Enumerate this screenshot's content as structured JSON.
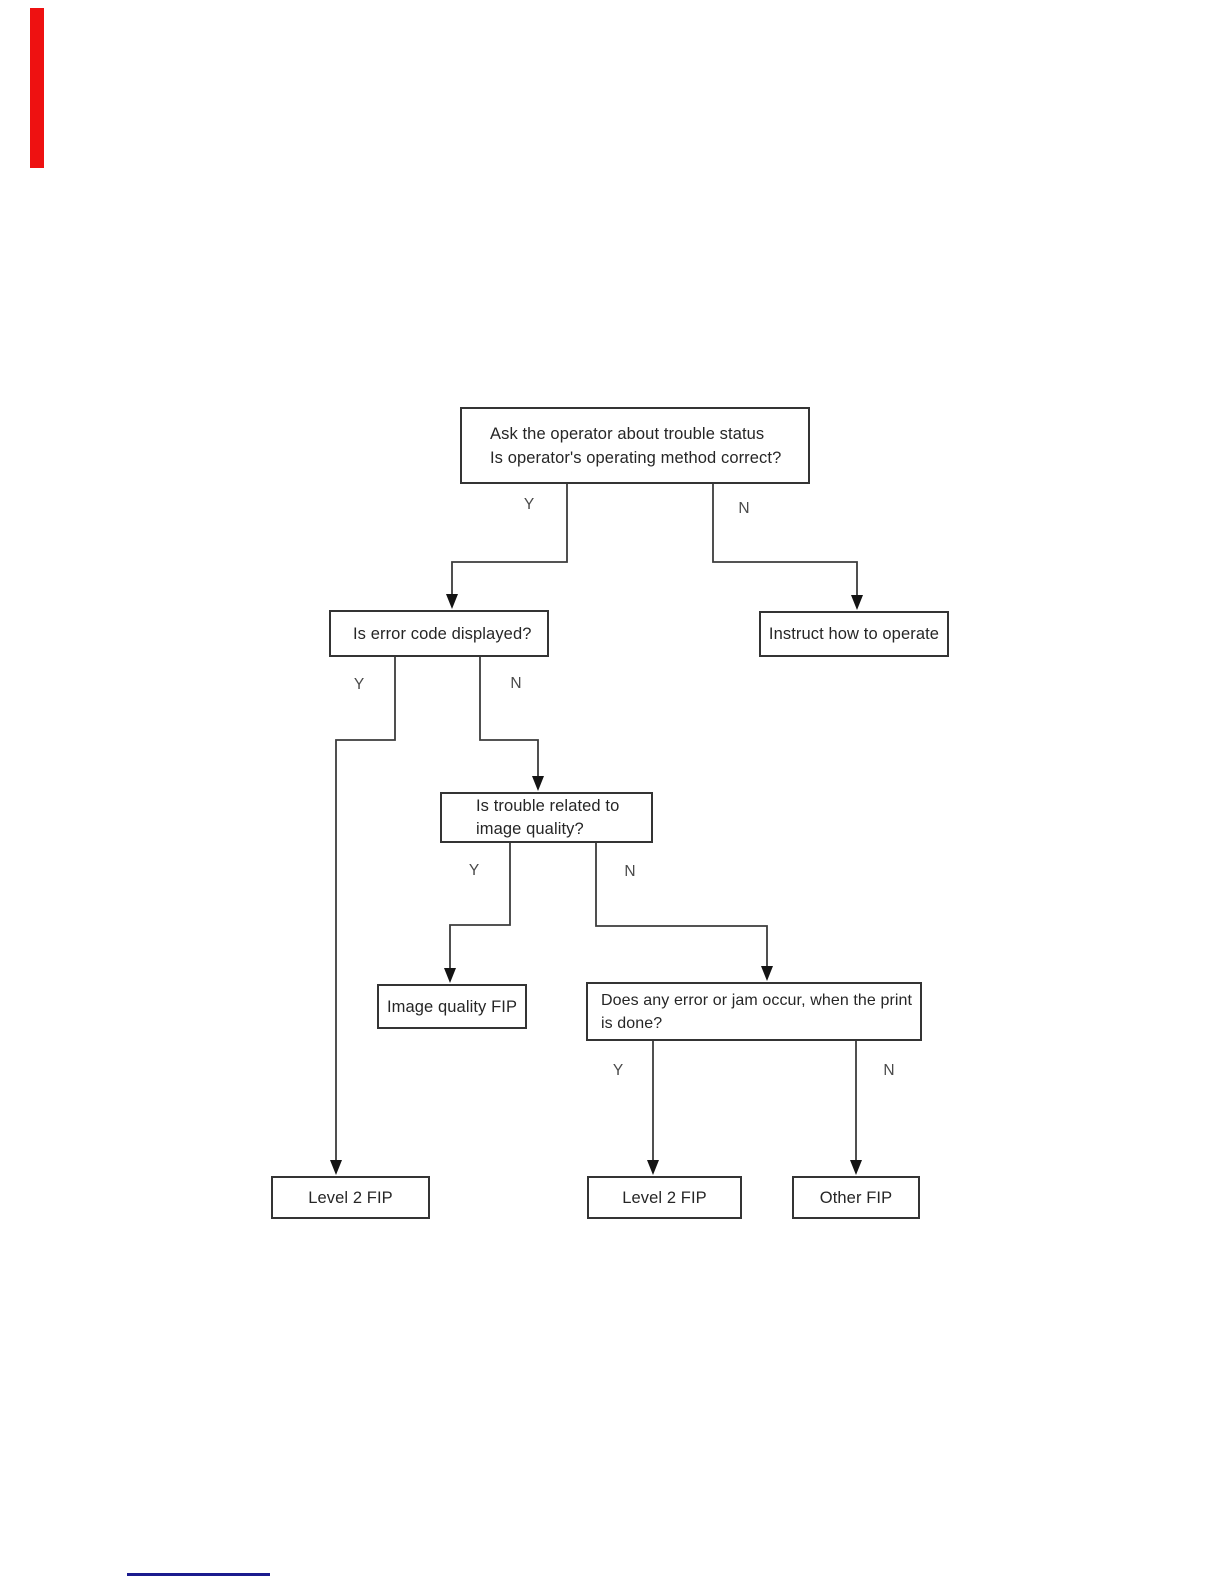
{
  "colors": {
    "red_bar": "#ee1111",
    "footer_rule": "#1b1b8e"
  },
  "flowchart": {
    "nodes": {
      "ask": {
        "lines": [
          "Ask the operator about trouble status",
          "Is operator's operating method correct?"
        ]
      },
      "error_code": {
        "label": "Is error code displayed?"
      },
      "instruct": {
        "label": "Instruct how to operate"
      },
      "image_quality_q": {
        "lines": [
          "Is trouble related to",
          "image quality?"
        ]
      },
      "image_quality_fip": {
        "label": "Image quality FIP"
      },
      "error_jam_q": {
        "lines": [
          "Does any error or jam occur, when the print",
          "is done?"
        ]
      },
      "level2_left": {
        "label": "Level 2 FIP"
      },
      "level2_mid": {
        "label": "Level 2 FIP"
      },
      "other_fip": {
        "label": "Other FIP"
      }
    },
    "branch_labels": {
      "ask_y": "Y",
      "ask_n": "N",
      "error_y": "Y",
      "error_n": "N",
      "quality_y": "Y",
      "quality_n": "N",
      "jam_y": "Y",
      "jam_n": "N"
    }
  }
}
